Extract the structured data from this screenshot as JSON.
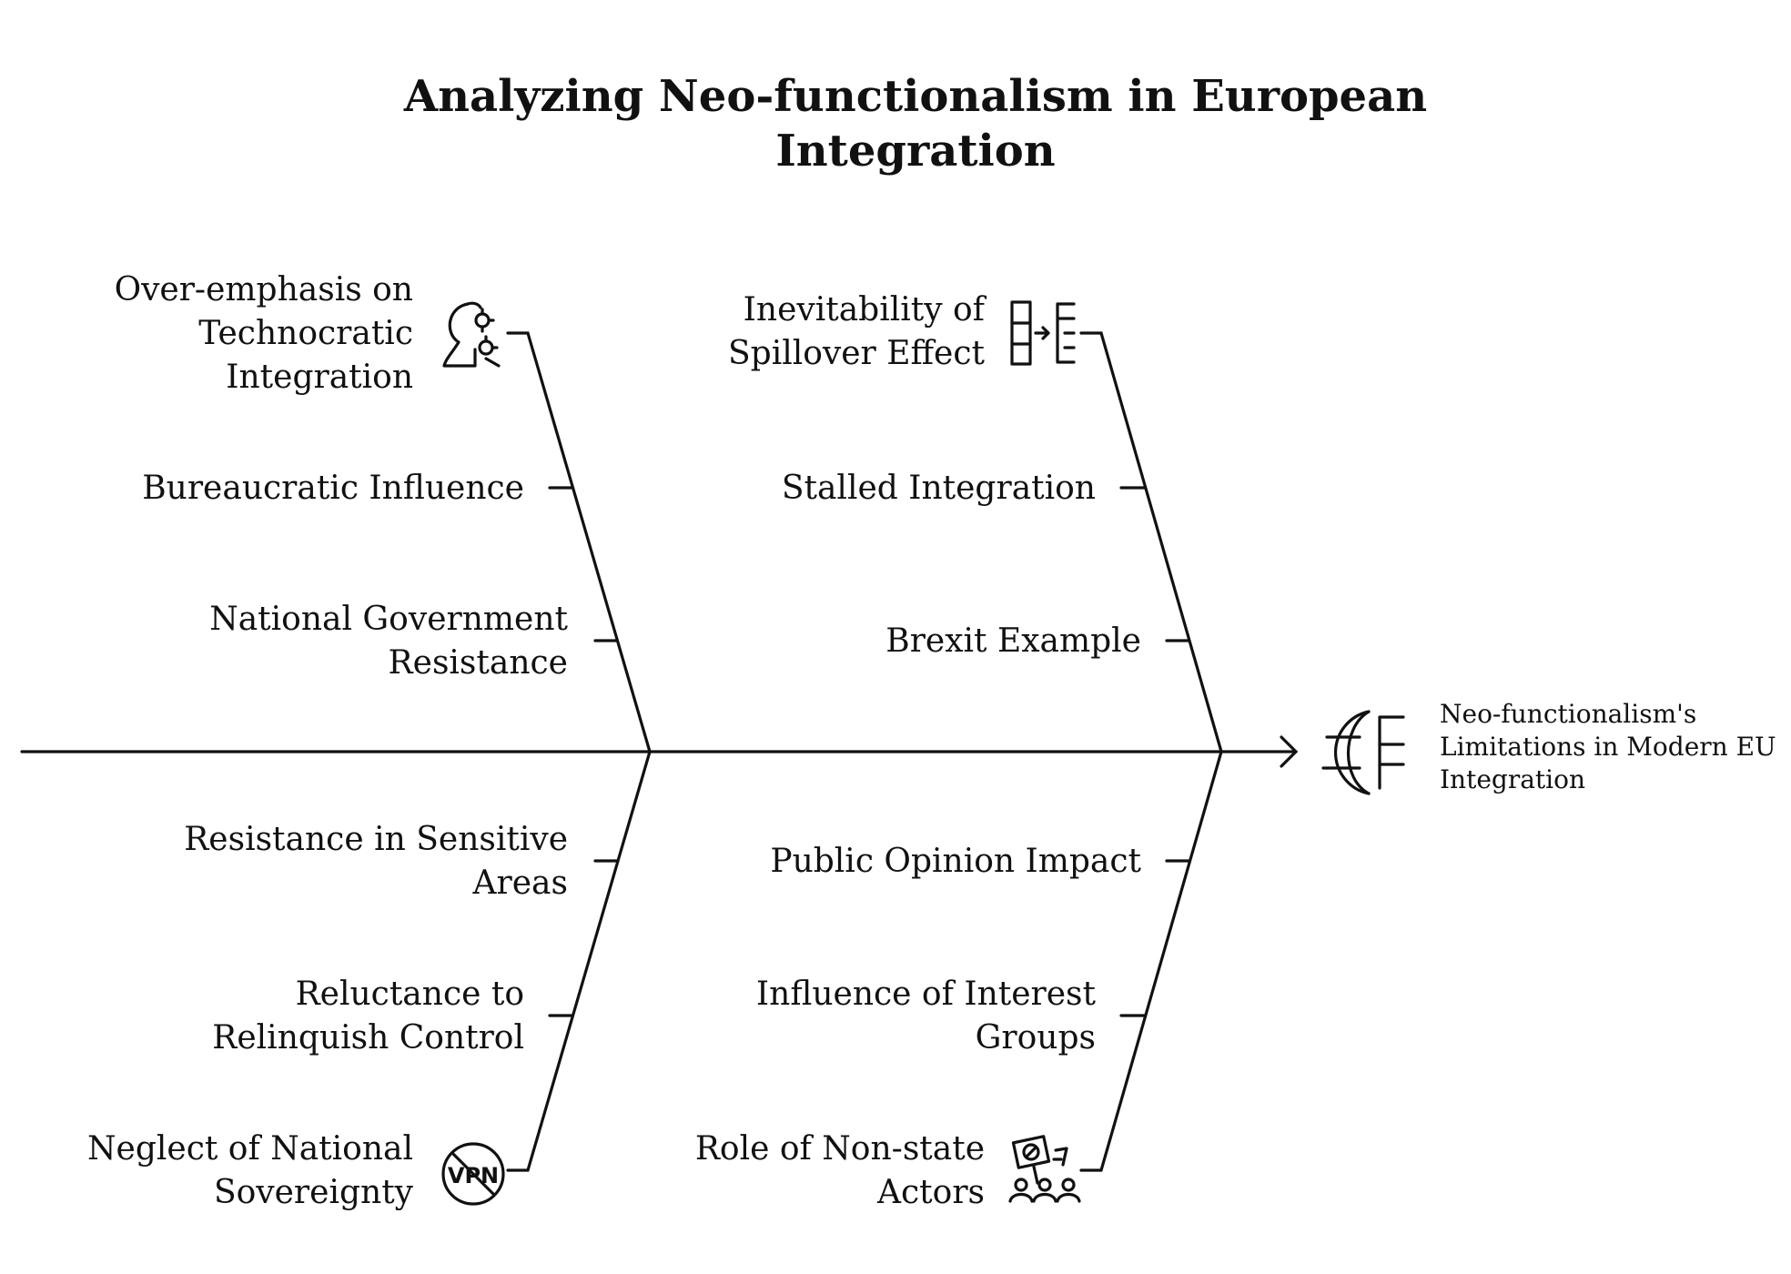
{
  "title": {
    "line1": "Analyzing Neo-functionalism in European",
    "line2": "Integration"
  },
  "effect": {
    "line1": "Neo-functionalism's",
    "line2": "Limitations in Modern EU",
    "line3": "Integration",
    "icon": "globe-eu-icon"
  },
  "causes": {
    "upper_left": [
      {
        "line1": "Over-emphasis on",
        "line2": "Technocratic",
        "line3": "Integration",
        "icon": "head-gear-icon"
      },
      {
        "line1": "Bureaucratic Influence"
      },
      {
        "line1": "National Government",
        "line2": "Resistance"
      }
    ],
    "upper_right": [
      {
        "line1": "Inevitability of",
        "line2": "Spillover Effect",
        "icon": "spillover-flow-icon"
      },
      {
        "line1": "Stalled Integration"
      },
      {
        "line1": "Brexit Example"
      }
    ],
    "lower_left": [
      {
        "line1": "Resistance in Sensitive",
        "line2": "Areas"
      },
      {
        "line1": "Reluctance to",
        "line2": "Relinquish Control"
      },
      {
        "line1": "Neglect of National",
        "line2": "Sovereignty",
        "icon": "no-vpn-icon"
      }
    ],
    "lower_right": [
      {
        "line1": "Public Opinion Impact"
      },
      {
        "line1": "Influence of Interest",
        "line2": "Groups"
      },
      {
        "line1": "Role of Non-state",
        "line2": "Actors",
        "icon": "protest-group-icon"
      }
    ]
  }
}
